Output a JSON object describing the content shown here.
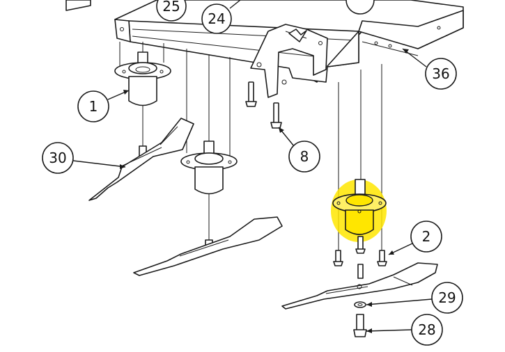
{
  "colors": {
    "line": "#1a1a1a",
    "highlight": "#ffe600",
    "background": "#ffffff"
  },
  "callouts": {
    "c25": "25",
    "c24": "24",
    "c36": "36",
    "c1": "1",
    "c8": "8",
    "c30": "30",
    "c2": "2",
    "c29": "29",
    "c28": "28"
  },
  "highlighted_part": "2"
}
